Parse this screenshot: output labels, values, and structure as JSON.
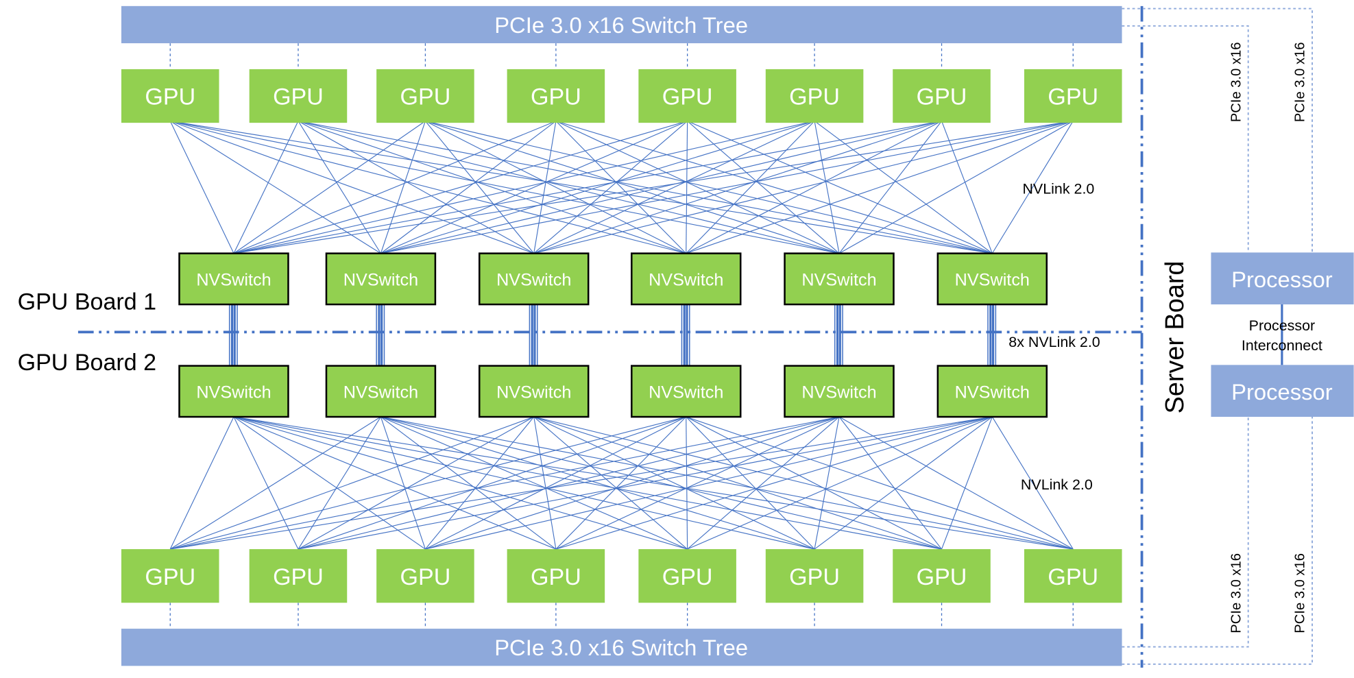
{
  "colors": {
    "gpu": "#92D050",
    "bar": "#8EA9DB",
    "link": "#4472C4"
  },
  "switch_tree_top": "PCIe 3.0 x16 Switch Tree",
  "switch_tree_bottom": "PCIe 3.0 x16 Switch Tree",
  "gpu_label": "GPU",
  "gpu_count_per_board": 8,
  "nvswitch_label": "NVSwitch",
  "nvswitch_count_per_board": 6,
  "board1": "GPU Board 1",
  "board2": "GPU Board 2",
  "nvlink_top": "NVLink 2.0",
  "nvlink_bottom": "NVLink 2.0",
  "nvlink_bridge": "8x NVLink 2.0",
  "server_board": "Server Board",
  "processor_top": "Processor",
  "processor_bottom": "Processor",
  "interconnect_line1": "Processor",
  "interconnect_line2": "Interconnect",
  "pcie_links": [
    "PCIe 3.0 x16",
    "PCIe 3.0 x16",
    "PCIe 3.0 x16",
    "PCIe 3.0 x16"
  ]
}
